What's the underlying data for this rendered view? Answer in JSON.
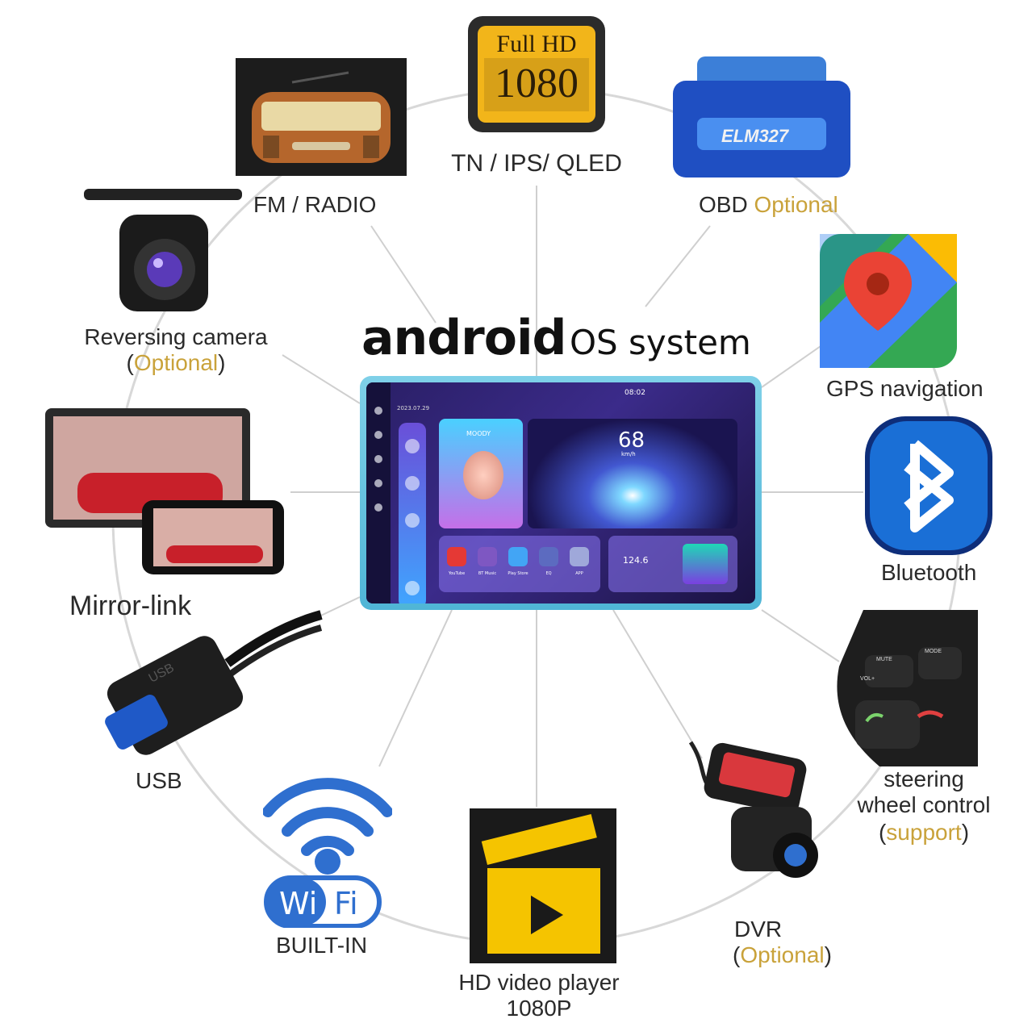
{
  "header": {
    "brand": "android",
    "suffix": "OS system"
  },
  "features": {
    "fullhd": {
      "line1": "Full HD",
      "line2": "1080",
      "label": "TN / IPS/ QLED"
    },
    "radio": {
      "label": "FM / RADIO"
    },
    "obd": {
      "label": "OBD",
      "opt": "Optional",
      "chip": "ELM327"
    },
    "gps": {
      "label": "GPS navigation"
    },
    "camera": {
      "label": "Reversing camera",
      "opt": "Optional",
      "open": "(",
      "close": ")"
    },
    "mirror": {
      "label": "Mirror-link"
    },
    "bluetooth": {
      "label": "Bluetooth"
    },
    "usb": {
      "label": "USB",
      "engraving": "USB"
    },
    "steering": {
      "line1": "steering",
      "line2": "wheel control",
      "opt": "support",
      "open": "(",
      "close": ")",
      "btn_mute": "MUTE",
      "btn_mode": "MODE",
      "btn_vol": "VOL+"
    },
    "wifi": {
      "wi": "Wi",
      "fi": "Fi",
      "label": "BUILT-IN"
    },
    "video": {
      "line1": "HD video player",
      "line2": "1080P"
    },
    "dvr": {
      "label": "DVR",
      "opt": "Optional",
      "open": "(",
      "close": ")"
    }
  },
  "head_unit": {
    "date": "2023.07.29",
    "time": "08:02",
    "speed": "68",
    "speed_unit": "km/h",
    "music_title": "MOODY",
    "radio_freq": "124.6",
    "apps": [
      "YouTube",
      "BT Music",
      "Play Store",
      "EQ",
      "APP"
    ]
  },
  "colors": {
    "accent_optional": "#c9a23a",
    "bluetooth": "#1a6fd6",
    "wifi": "#2f6fcf",
    "video_yellow": "#f5c400"
  }
}
